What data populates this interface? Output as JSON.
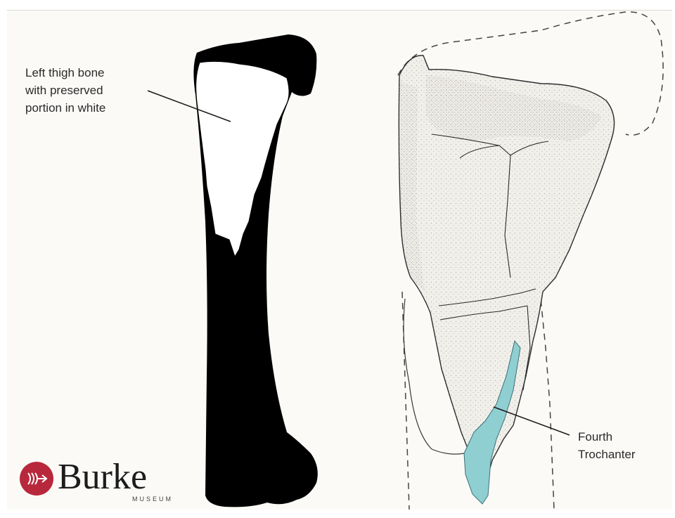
{
  "labels": {
    "left_femur": [
      "Left thigh bone",
      "with preserved",
      "portion in white"
    ],
    "fourth_trochanter": [
      "Fourth",
      "Trochanter"
    ]
  },
  "logo": {
    "wordmark": "Burke",
    "subtitle": "MUSEUM",
    "color": "#b8283c"
  },
  "colors": {
    "bone_silhouette": "#000000",
    "preserved_fragment": "#ffffff",
    "fossil_fill": "#f1efea",
    "trochanter_highlight": "#8fcfd2",
    "background": "#fbfaf7"
  }
}
